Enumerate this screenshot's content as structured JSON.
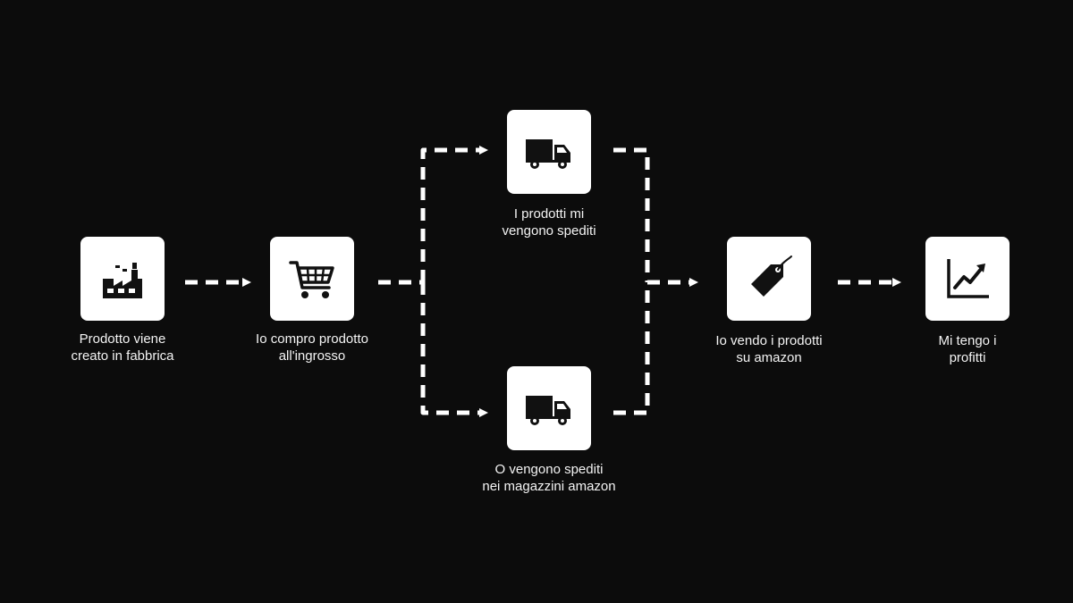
{
  "diagram": {
    "background": "#0c0c0c",
    "box_color": "#ffffff",
    "connector_color": "#ffffff",
    "nodes": [
      {
        "id": "factory",
        "icon": "factory-icon",
        "label": "Prodotto viene\ncreato in fabbrica"
      },
      {
        "id": "wholesale",
        "icon": "shopping-cart-icon",
        "label": "Io compro prodotto\nall'ingrosso"
      },
      {
        "id": "shipped-to-me",
        "icon": "truck-icon",
        "label": "I prodotti mi\nvengono spediti"
      },
      {
        "id": "shipped-to-amazon",
        "icon": "truck-icon",
        "label": "O vengono spediti\nnei magazzini amazon"
      },
      {
        "id": "sell-amazon",
        "icon": "price-tag-icon",
        "label": "Io vendo i prodotti\nsu amazon"
      },
      {
        "id": "profits",
        "icon": "trending-up-chart-icon",
        "label": "Mi tengo i\nprofitti"
      }
    ],
    "edges": [
      {
        "from": "factory",
        "to": "wholesale"
      },
      {
        "from": "wholesale",
        "to": "shipped-to-me"
      },
      {
        "from": "wholesale",
        "to": "shipped-to-amazon"
      },
      {
        "from": "shipped-to-me",
        "to": "sell-amazon"
      },
      {
        "from": "shipped-to-amazon",
        "to": "sell-amazon"
      },
      {
        "from": "sell-amazon",
        "to": "profits"
      }
    ]
  }
}
